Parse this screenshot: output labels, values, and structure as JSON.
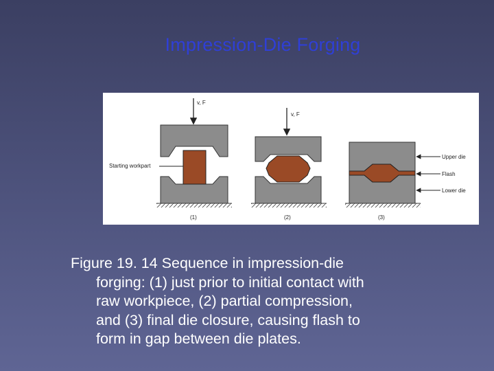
{
  "slide": {
    "title": "Impression-Die Forging"
  },
  "figure": {
    "stages": [
      {
        "force_label": "v, F",
        "stage_label": "(1)"
      },
      {
        "force_label": "v, F",
        "stage_label": "(2)"
      },
      {
        "force_label": "",
        "stage_label": "(3)"
      }
    ],
    "left_label": "Starting workpart",
    "right_labels": [
      "Upper die",
      "Flash",
      "Lower die"
    ],
    "colors": {
      "die": "#8c8c8c",
      "workpart": "#9a4a26",
      "panel": "#ffffff"
    }
  },
  "caption": {
    "lines": [
      "Figure 19. 14  Sequence in impression‑die",
      "forging: (1) just prior to initial contact with",
      "raw workpiece, (2) partial compression,",
      "and (3) final die closure, causing flash to",
      "form in gap between die plates."
    ]
  }
}
